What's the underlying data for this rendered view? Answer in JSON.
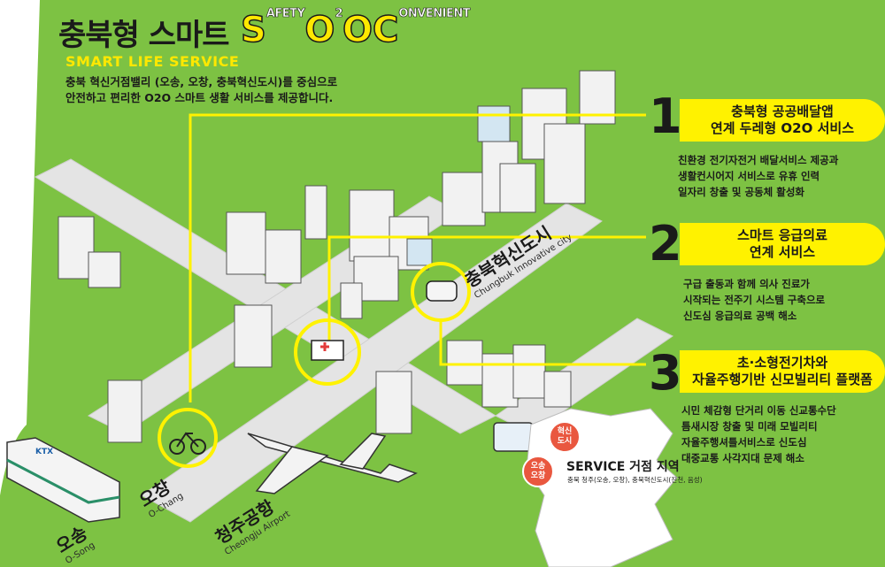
{
  "header": {
    "title": "충북형 스마트",
    "letter_s": "S",
    "word_safety": "AFETY",
    "letter_o": "O",
    "two": "2",
    "second_o": "O",
    "letter_c": "C",
    "word_convenient": "ONVENIENT",
    "subtitle": "SMART LIFE SERVICE",
    "intro": "충북 혁신거점밸리 (오송, 오창, 충북혁신도시)를 중심으로\n안전하고 편리한 O2O 스마트 생활 서비스를 제공합니다."
  },
  "services": [
    {
      "number": "1",
      "title": "충북형 공공배달앱\n연계 두레형 O2O 서비스",
      "description": "친환경 전기자전거 배달서비스 제공과\n생활컨시어지 서비스로 유휴 인력\n일자리 창출 및 공동체 활성화"
    },
    {
      "number": "2",
      "title": "스마트 응급의료\n연계 서비스",
      "description": "구급 출동과 함께 의사 진료가\n시작되는 전주기 시스템 구축으로\n신도심  응급의료 공백 해소"
    },
    {
      "number": "3",
      "title": "초·소형전기차와\n자율주행기반 신모빌리티 플랫폼",
      "description": "시민 체감형 단거리 이동 신교통수단\n틈새시장 창출 및 미래 모빌리티\n자율주행셔틀서비스로 신도심\n대중교통 사각지대 문제 해소"
    }
  ],
  "places": {
    "innovation_city": {
      "ko": "충북혁신도시",
      "en": "Chungbuk Innovative city"
    },
    "ochang": {
      "ko": "오창",
      "en": "O-Chang"
    },
    "osong": {
      "ko": "오송",
      "en": "O-Song"
    },
    "airport": {
      "ko": "청주공항",
      "en": "Cheongju Airport"
    }
  },
  "train_label": "KTX",
  "map": {
    "title": "SERVICE 거점 지역",
    "subtitle": "충북 청주(오송, 오창), 충북혁신도시(진천, 음성)",
    "bubble_innovation": "혁신\n도시",
    "bubble_osong": "오송\n오창"
  },
  "colors": {
    "field_green": "#7dc243",
    "road": "#e6e6e6",
    "accent_yellow": "#fff200",
    "map_red": "#e9573f"
  }
}
